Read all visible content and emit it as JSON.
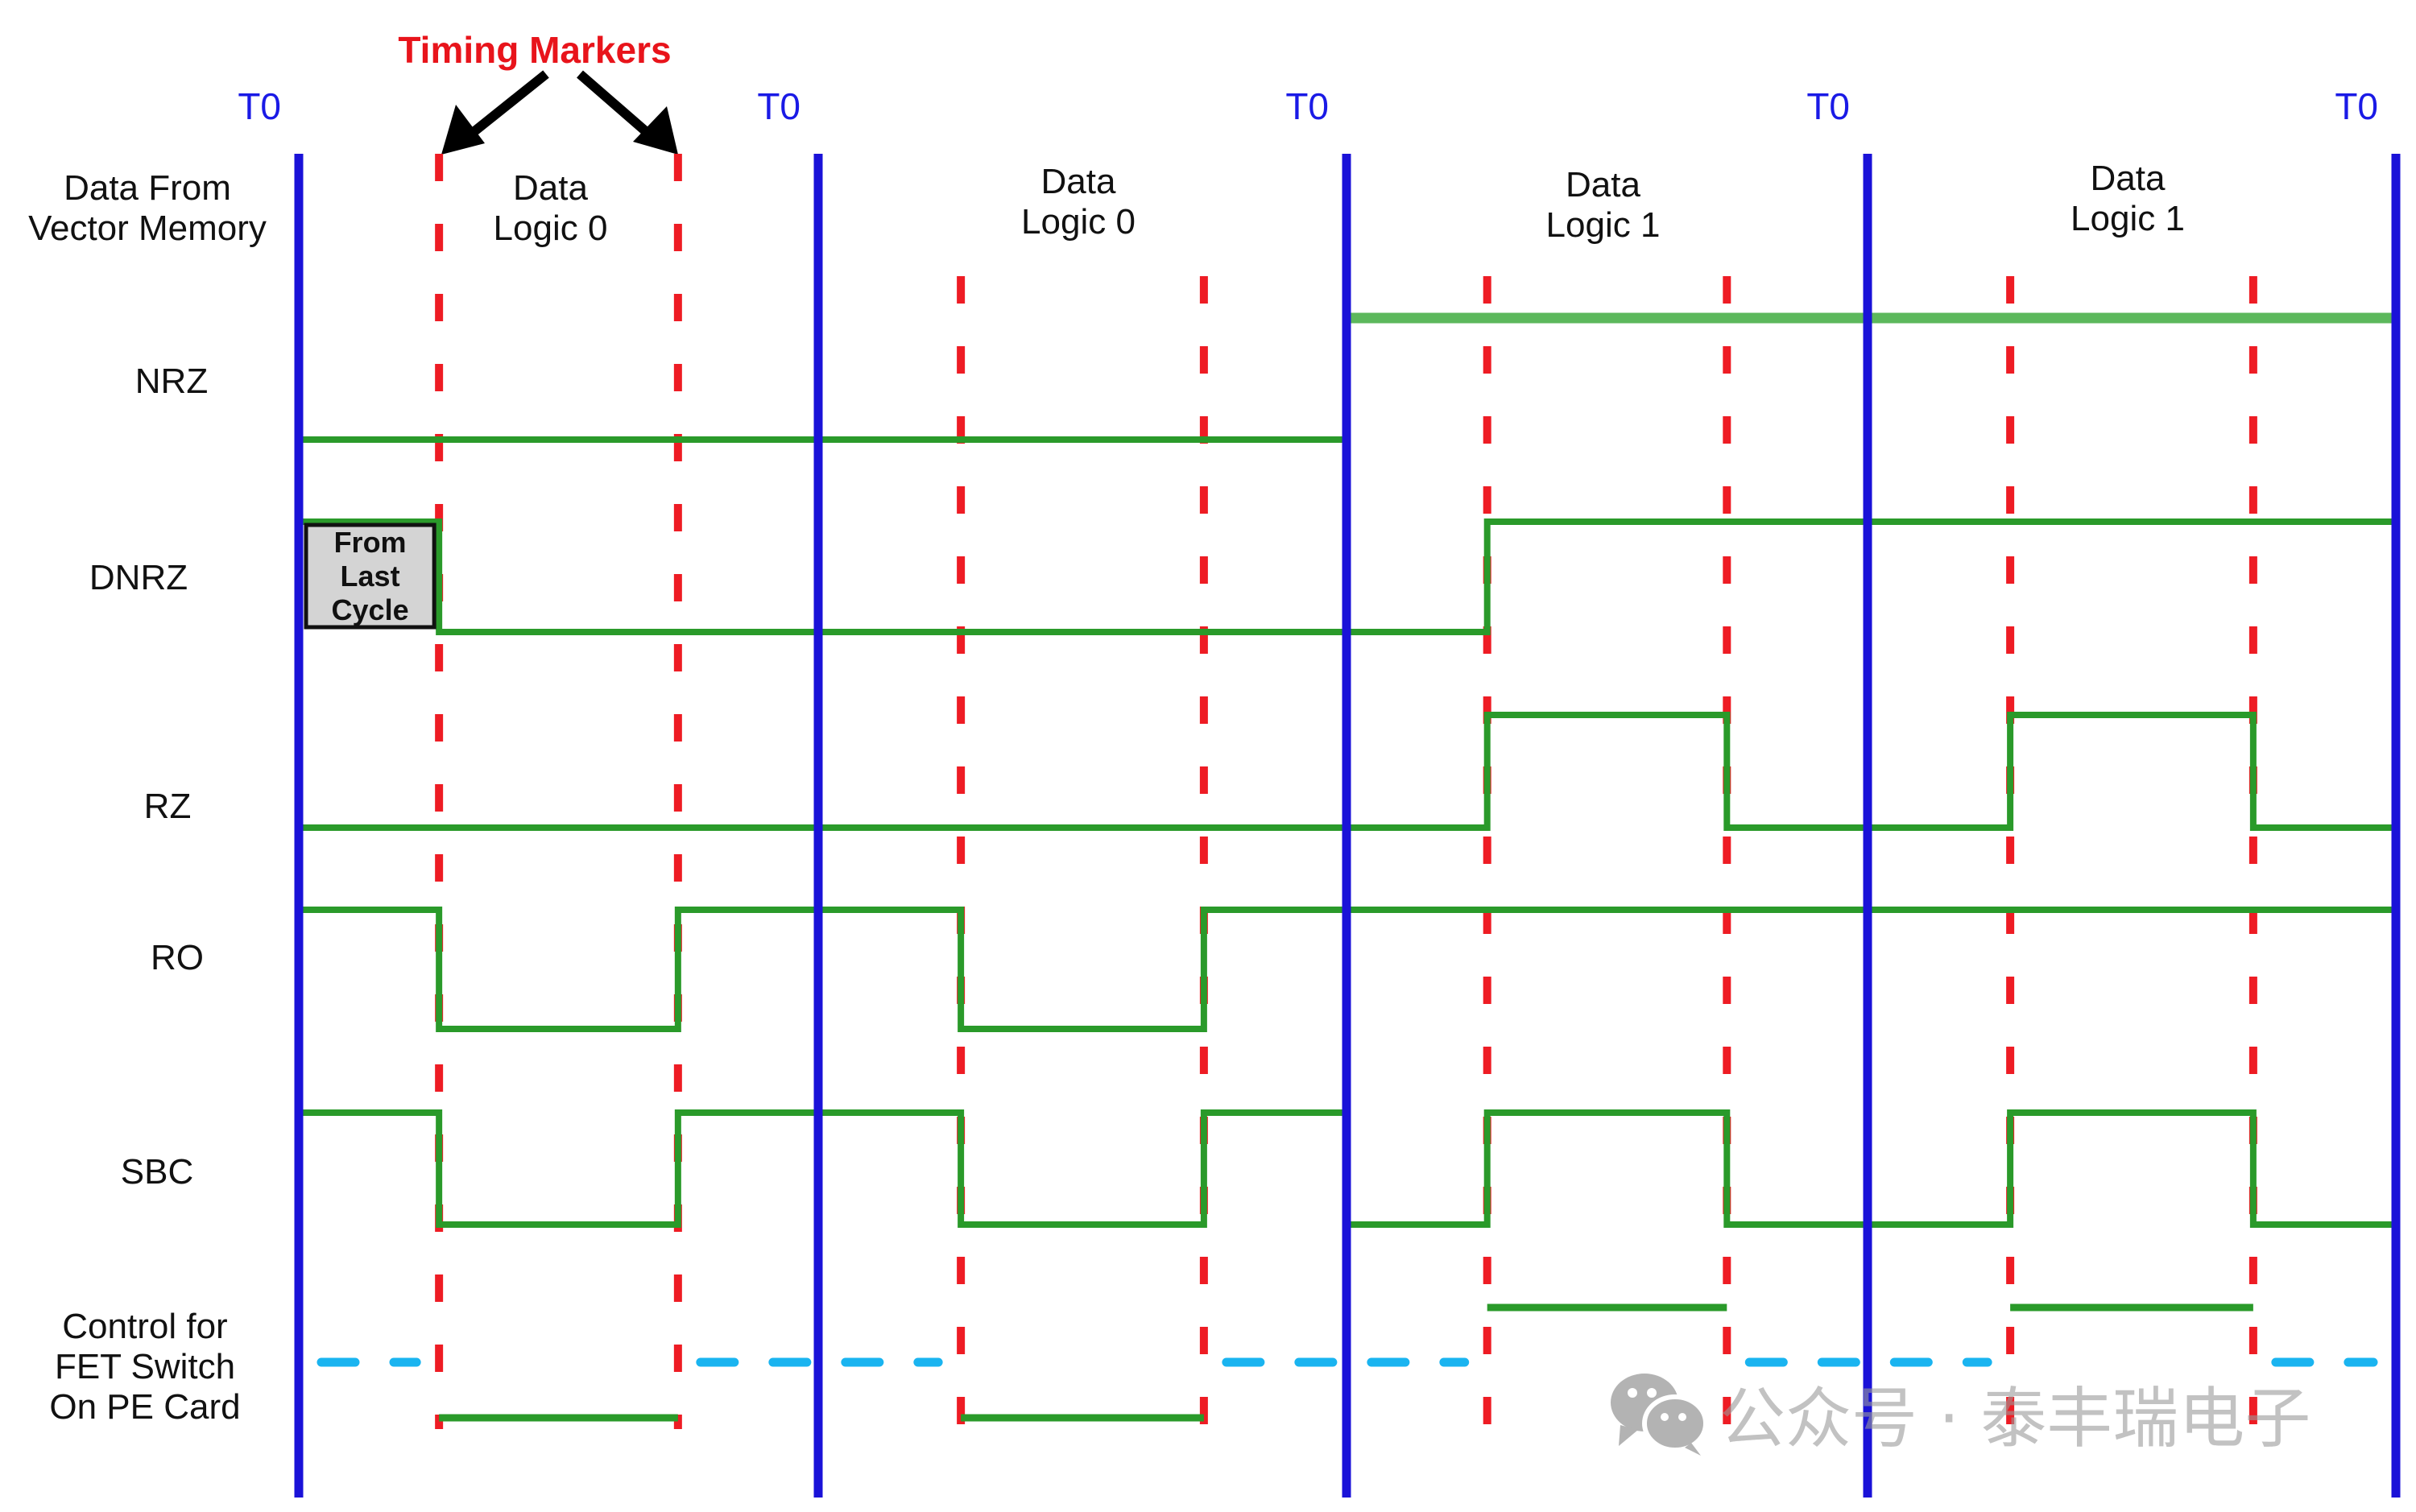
{
  "title": "Timing Markers",
  "t0_label": "T0",
  "row_header": [
    "Data From",
    "Vector Memory"
  ],
  "cycles": [
    {
      "header": [
        "Data",
        "Logic 0"
      ],
      "data_bit": 0
    },
    {
      "header": [
        "Data",
        "Logic 0"
      ],
      "data_bit": 0
    },
    {
      "header": [
        "Data",
        "Logic 1"
      ],
      "data_bit": 1
    },
    {
      "header": [
        "Data",
        "Logic 1"
      ],
      "data_bit": 1
    }
  ],
  "timing_marker_fractions": [
    0.27,
    0.73
  ],
  "from_last_cycle_box": [
    "From",
    "Last",
    "Cycle"
  ],
  "signals": [
    {
      "name": "NRZ",
      "label": [
        "NRZ"
      ],
      "steps": [
        [
          0,
          0
        ],
        [
          2,
          1
        ]
      ]
    },
    {
      "name": "DNRZ",
      "label": [
        "DNRZ"
      ],
      "steps": [
        [
          0,
          1
        ],
        [
          0.27,
          0
        ],
        [
          2.27,
          1
        ]
      ]
    },
    {
      "name": "RZ",
      "label": [
        "RZ"
      ],
      "steps": [
        [
          0,
          0
        ],
        [
          2.27,
          1
        ],
        [
          2.73,
          0
        ],
        [
          3.27,
          1
        ],
        [
          3.73,
          0
        ]
      ]
    },
    {
      "name": "RO",
      "label": [
        "RO"
      ],
      "steps": [
        [
          0,
          1
        ],
        [
          0.27,
          0
        ],
        [
          0.73,
          1
        ],
        [
          1.27,
          0
        ],
        [
          1.73,
          1
        ]
      ]
    },
    {
      "name": "SBC",
      "label": [
        "SBC"
      ],
      "steps": [
        [
          0,
          1
        ],
        [
          0.27,
          0
        ],
        [
          0.73,
          1
        ],
        [
          1.27,
          0
        ],
        [
          1.73,
          1
        ],
        [
          2,
          0
        ],
        [
          2.27,
          1
        ],
        [
          2.73,
          0
        ],
        [
          3.27,
          1
        ],
        [
          3.73,
          0
        ]
      ]
    },
    {
      "name": "FET",
      "label": [
        "Control for",
        "FET Switch",
        "On PE Card"
      ],
      "active_segments": [
        [
          0.27,
          0.73,
          0
        ],
        [
          1.27,
          1.73,
          0
        ],
        [
          2.27,
          2.73,
          1
        ],
        [
          3.27,
          3.73,
          1
        ]
      ],
      "tristate_segments": [
        [
          0,
          0.27
        ],
        [
          0.73,
          1.27
        ],
        [
          1.73,
          2.27
        ],
        [
          2.73,
          3.27
        ],
        [
          3.73,
          4
        ]
      ]
    }
  ],
  "colors": {
    "t0_line": "#1a12d8",
    "marker": "#ee1c24",
    "signal": "#2a9a2a",
    "signal_light": "#5cb85c",
    "tristate": "#1ab4f0",
    "box_fill": "#d4d4d4"
  },
  "watermark": {
    "icon": "wechat-icon",
    "text": "公众号 · 泰丰瑞电子"
  }
}
